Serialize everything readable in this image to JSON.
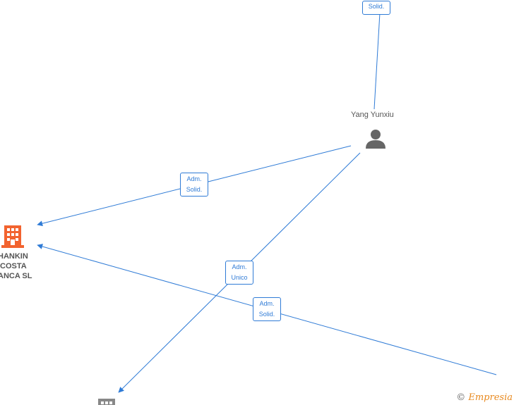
{
  "colors": {
    "edge": "#2f7bd6",
    "company_primary": "#f2632f",
    "company_secondary": "#888888",
    "person": "#666666"
  },
  "nodes": {
    "person": {
      "name": "Yang Yunxiu",
      "icon": "person-icon"
    },
    "company_main": {
      "name_lines": [
        "HANKIN",
        "COSTA",
        "ANCA SL"
      ],
      "icon": "building-icon"
    },
    "company_bottom": {
      "icon": "building-icon"
    }
  },
  "edges": [
    {
      "id": "top",
      "label": [
        "Solid."
      ]
    },
    {
      "id": "person-to-main",
      "label": [
        "Adm.",
        "Solid."
      ]
    },
    {
      "id": "person-to-bottom",
      "label": [
        "Adm.",
        "Unico"
      ]
    },
    {
      "id": "right-to-main",
      "label": [
        "Adm.",
        "Solid."
      ]
    }
  ],
  "watermark": {
    "symbol": "©",
    "brand": "Empresia"
  }
}
